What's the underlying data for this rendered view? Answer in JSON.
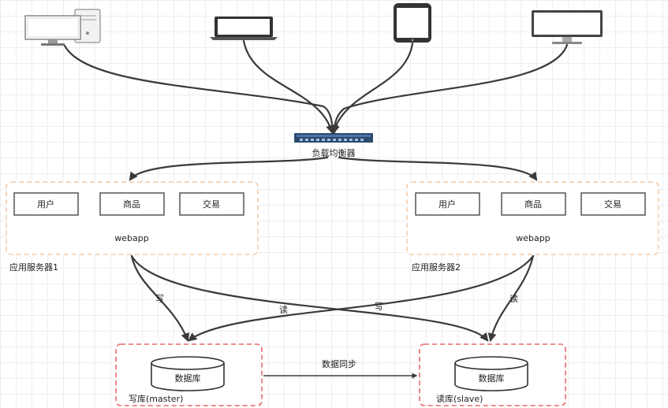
{
  "load_balancer": {
    "label": "负载均衡器"
  },
  "app_servers": [
    {
      "name": "应用服务器1",
      "app": "webapp",
      "services": [
        "用户",
        "商品",
        "交易"
      ]
    },
    {
      "name": "应用服务器2",
      "app": "webapp",
      "services": [
        "用户",
        "商品",
        "交易"
      ]
    }
  ],
  "edges": {
    "write": "写",
    "read": "读",
    "sync": "数据同步"
  },
  "databases": {
    "master": {
      "cylinder": "数据库",
      "name": "写库(master)"
    },
    "slave": {
      "cylinder": "数据库",
      "name": "读库(slave)"
    }
  },
  "colors": {
    "server_border": "#f5c9a4",
    "db_border": "#e86a6a",
    "edge": "#3a3a3a",
    "switch": "#2c4a6e"
  }
}
